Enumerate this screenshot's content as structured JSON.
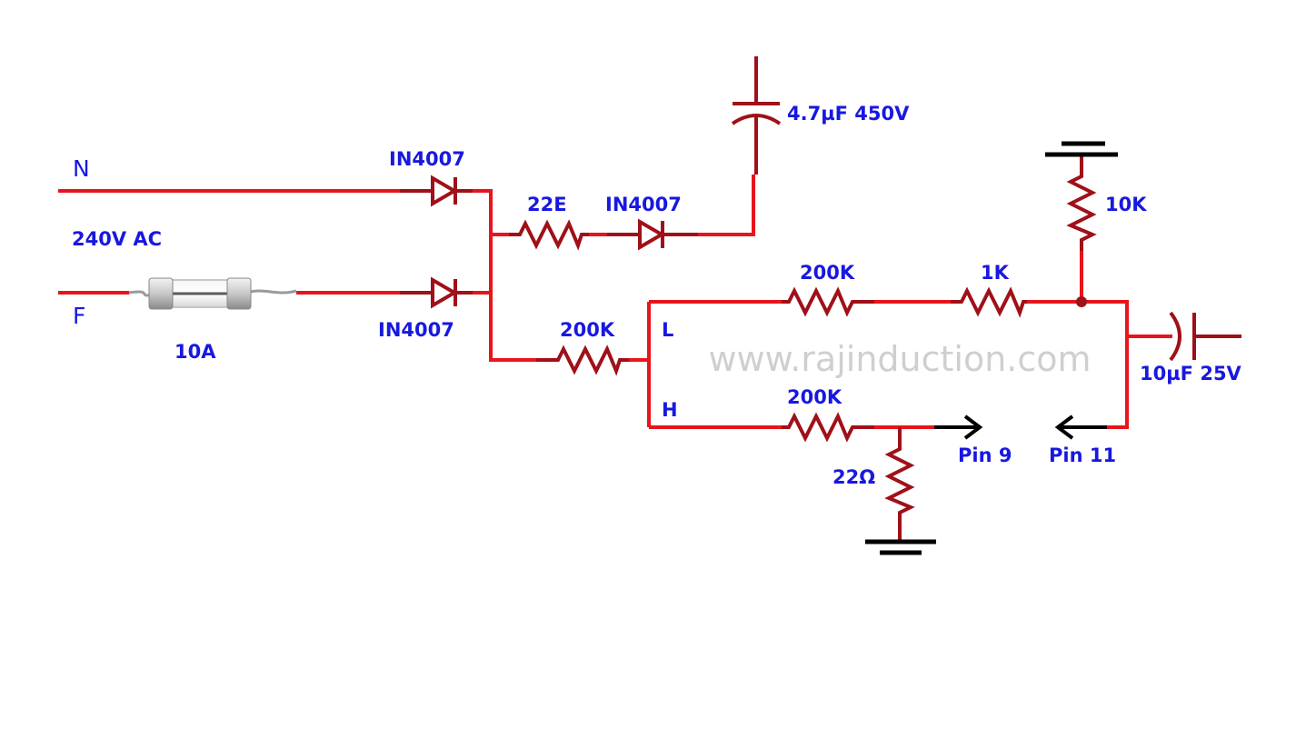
{
  "colors": {
    "wire": "#e8141c",
    "component": "#a01018",
    "label": "#1818e0",
    "watermark": "#cfcfcf",
    "arrow": "#000000",
    "ground": "#000000",
    "background": "#ffffff"
  },
  "labels": {
    "neutral": "N",
    "phase": "F",
    "mains": "240V AC",
    "fuse": "10A",
    "diode_top": "IN4007",
    "diode_bottom": "IN4007",
    "diode_middle": "IN4007",
    "resistor_22e": "22E",
    "cap_main": "4.7µF 450V",
    "resistor_10k": "10K",
    "resistor_200k_top": "200K",
    "resistor_1k": "1K",
    "resistor_200k_left": "200K",
    "resistor_200k_bottom": "200K",
    "resistor_22ohm": "22Ω",
    "node_l": "L",
    "node_h": "H",
    "cap_small": "10µF 25V",
    "pin9": "Pin 9",
    "pin11": "Pin 11",
    "watermark": "www.rajinduction.com"
  }
}
